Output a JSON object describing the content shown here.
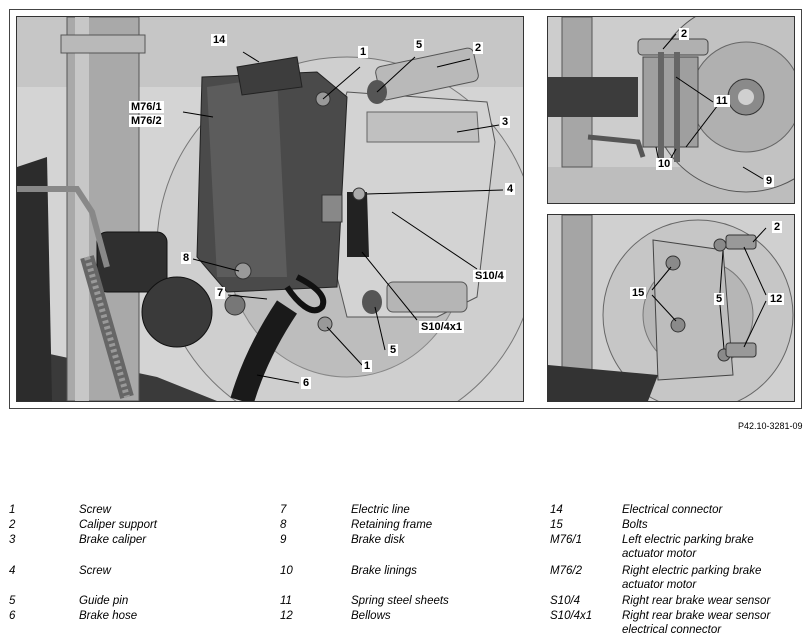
{
  "figure_ref": "P42.10-3281-09",
  "callouts_main": [
    "14",
    "1",
    "5",
    "2",
    "M76/1",
    "M76/2",
    "3",
    "4",
    "S10/4",
    "8",
    "7",
    "S10/4x1",
    "5",
    "1",
    "6"
  ],
  "callouts_top_right": [
    "2",
    "11",
    "10",
    "9"
  ],
  "callouts_bottom_right": [
    "2",
    "15",
    "5",
    "12"
  ],
  "legend": {
    "col1": [
      {
        "code": "1",
        "label": "Screw"
      },
      {
        "code": "2",
        "label": "Caliper support"
      },
      {
        "code": "3",
        "label": "Brake caliper"
      },
      {
        "code": "4",
        "label": "Screw"
      },
      {
        "code": "5",
        "label": "Guide pin"
      },
      {
        "code": "6",
        "label": "Brake hose"
      }
    ],
    "col2": [
      {
        "code": "7",
        "label": "Electric line"
      },
      {
        "code": "8",
        "label": "Retaining frame"
      },
      {
        "code": "9",
        "label": "Brake disk"
      },
      {
        "code": "10",
        "label": "Brake linings"
      },
      {
        "code": "11",
        "label": "Spring steel sheets"
      },
      {
        "code": "12",
        "label": "Bellows"
      }
    ],
    "col3": [
      {
        "code": "14",
        "label": "Electrical connector"
      },
      {
        "code": "15",
        "label": "Bolts"
      },
      {
        "code": "M76/1",
        "label": "Left electric parking brake actuator motor"
      },
      {
        "code": "M76/2",
        "label": "Right electric parking brake actuator motor"
      },
      {
        "code": "S10/4",
        "label": "Right rear brake wear sensor"
      },
      {
        "code": "S10/4x1",
        "label": "Right rear brake wear sensor electrical connector"
      }
    ]
  }
}
